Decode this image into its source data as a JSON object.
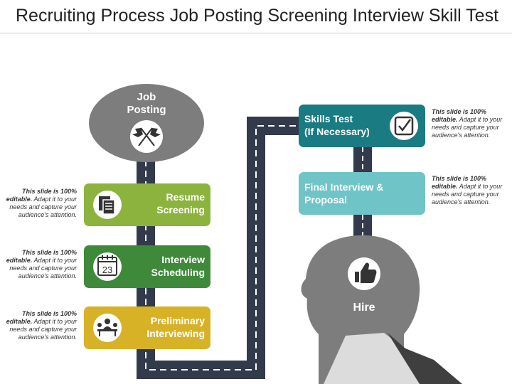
{
  "title": "Recruiting Process Job Posting Screening Interview Skill Test",
  "stages": {
    "job_posting": {
      "line1": "Job",
      "line2": "Posting"
    },
    "resume_screening": {
      "line1": "Resume",
      "line2": "Screening"
    },
    "interview_scheduling": {
      "line1": "Interview",
      "line2": "Scheduling"
    },
    "preliminary_interviewing": {
      "line1": "Preliminary",
      "line2": "Interviewing"
    },
    "skills_test": {
      "line1": "Skills Test",
      "line2": "(If Necessary)"
    },
    "final_interview": {
      "line1": "Final Interview &",
      "line2": "Proposal"
    },
    "hire": {
      "label": "Hire"
    }
  },
  "note": {
    "bold": "This slide is 100% editable.",
    "rest": "Adapt it to your needs and capture your audience's attention."
  },
  "calendar_day": "23",
  "colors": {
    "light_green": "#8cb33e",
    "dark_green": "#3f8a3a",
    "yellow": "#d8b226",
    "teal": "#1a7b82",
    "light_teal": "#6fc4c8",
    "road": "#323a4b",
    "gray": "#7d7d7d"
  },
  "icons": [
    "flags-icon",
    "documents-icon",
    "calendar-icon",
    "meeting-icon",
    "checkbox-icon",
    "thumbs-up-icon"
  ]
}
